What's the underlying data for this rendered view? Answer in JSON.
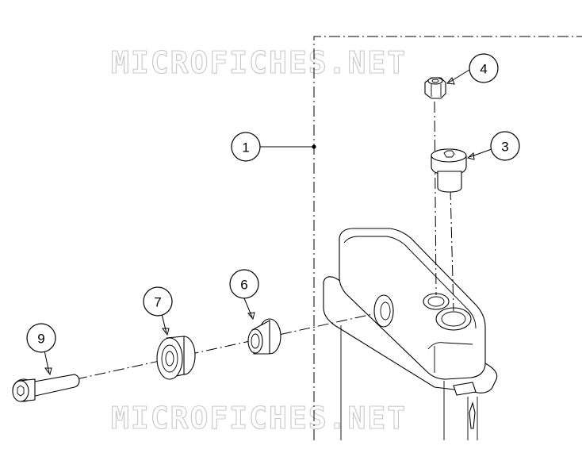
{
  "watermark": {
    "text": "MICROFICHES.NET"
  },
  "callouts": [
    {
      "id": "1",
      "label": "1"
    },
    {
      "id": "3",
      "label": "3"
    },
    {
      "id": "4",
      "label": "4"
    },
    {
      "id": "6",
      "label": "6"
    },
    {
      "id": "7",
      "label": "7"
    },
    {
      "id": "9",
      "label": "9"
    }
  ]
}
